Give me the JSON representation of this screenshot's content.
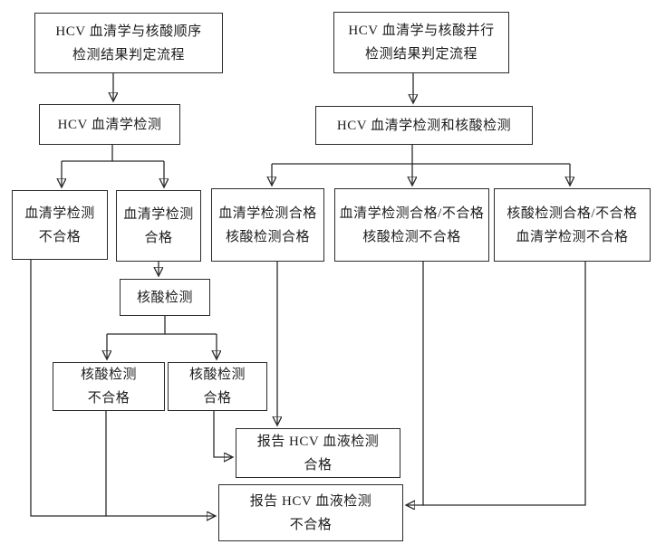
{
  "diagram": {
    "background": "#ffffff",
    "line_color": "#2b2b2b",
    "box_border_color": "#2b2b2b",
    "text_color": "#1c1c1c",
    "nodes": {
      "seq_title": {
        "label": "HCV 血清学与核酸顺序\n检测结果判定流程"
      },
      "seq_serology_test": {
        "label": "HCV 血清学检测"
      },
      "seq_serology_fail": {
        "label": "血清学检测\n不合格"
      },
      "seq_serology_pass": {
        "label": "血清学检测\n合格"
      },
      "seq_nat_test": {
        "label": "核酸检测"
      },
      "seq_nat_fail": {
        "label": "核酸检测\n不合格"
      },
      "seq_nat_pass": {
        "label": "核酸检测\n合格"
      },
      "par_title": {
        "label": "HCV 血清学与核酸并行\n检测结果判定流程"
      },
      "par_test": {
        "label": "HCV 血清学检测和核酸检测"
      },
      "par_both_pass": {
        "label": "血清学检测合格\n核酸检测合格"
      },
      "par_nat_fail": {
        "label": "血清学检测合格/不合格\n核酸检测不合格"
      },
      "par_serology_fail": {
        "label": "核酸检测合格/不合格\n血清学检测不合格"
      },
      "report_pass": {
        "label": "报告 HCV 血液检测\n合格"
      },
      "report_fail": {
        "label": "报告 HCV 血液检测\n不合格"
      }
    },
    "edges": [
      {
        "from": "seq_title",
        "to": "seq_serology_test"
      },
      {
        "from": "seq_serology_test",
        "to": "seq_serology_fail"
      },
      {
        "from": "seq_serology_test",
        "to": "seq_serology_pass"
      },
      {
        "from": "seq_serology_pass",
        "to": "seq_nat_test"
      },
      {
        "from": "seq_nat_test",
        "to": "seq_nat_fail"
      },
      {
        "from": "seq_nat_test",
        "to": "seq_nat_pass"
      },
      {
        "from": "seq_serology_fail",
        "to": "report_fail"
      },
      {
        "from": "seq_nat_fail",
        "to": "report_fail"
      },
      {
        "from": "seq_nat_pass",
        "to": "report_pass"
      },
      {
        "from": "par_title",
        "to": "par_test"
      },
      {
        "from": "par_test",
        "to": "par_both_pass"
      },
      {
        "from": "par_test",
        "to": "par_nat_fail"
      },
      {
        "from": "par_test",
        "to": "par_serology_fail"
      },
      {
        "from": "par_both_pass",
        "to": "report_pass"
      },
      {
        "from": "par_nat_fail",
        "to": "report_fail"
      },
      {
        "from": "par_serology_fail",
        "to": "report_fail"
      }
    ]
  }
}
